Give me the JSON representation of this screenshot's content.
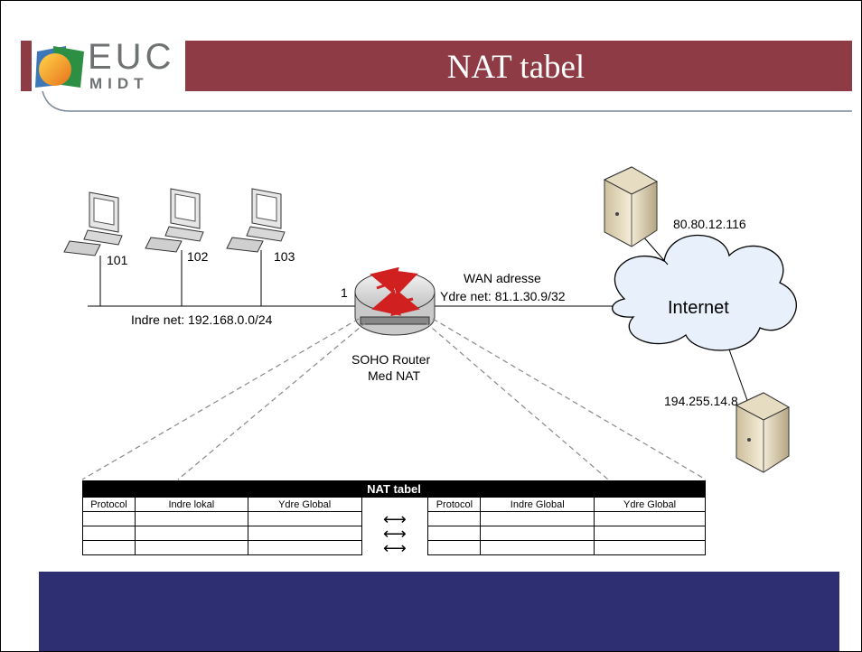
{
  "header": {
    "title": "NAT tabel"
  },
  "logo": {
    "top": "EUC",
    "bottom": "MIDT"
  },
  "pcs": [
    "101",
    "102",
    "103"
  ],
  "lan": {
    "label": "Indre net: 192.168.0.0/24",
    "port": "1"
  },
  "router": {
    "line1": "SOHO Router",
    "line2": "Med NAT"
  },
  "wan": {
    "line1": "WAN adresse",
    "line2": "Ydre net: 81.1.30.9/32"
  },
  "internet": {
    "label": "Internet"
  },
  "servers": [
    "80.80.12.116",
    "194.255.14.8"
  ],
  "nat_table": {
    "title": "NAT tabel",
    "left_headers": [
      "Protocol",
      "Indre lokal",
      "Ydre Global"
    ],
    "right_headers": [
      "Protocol",
      "Indre Global",
      "Ydre Global"
    ],
    "rows": 3
  }
}
